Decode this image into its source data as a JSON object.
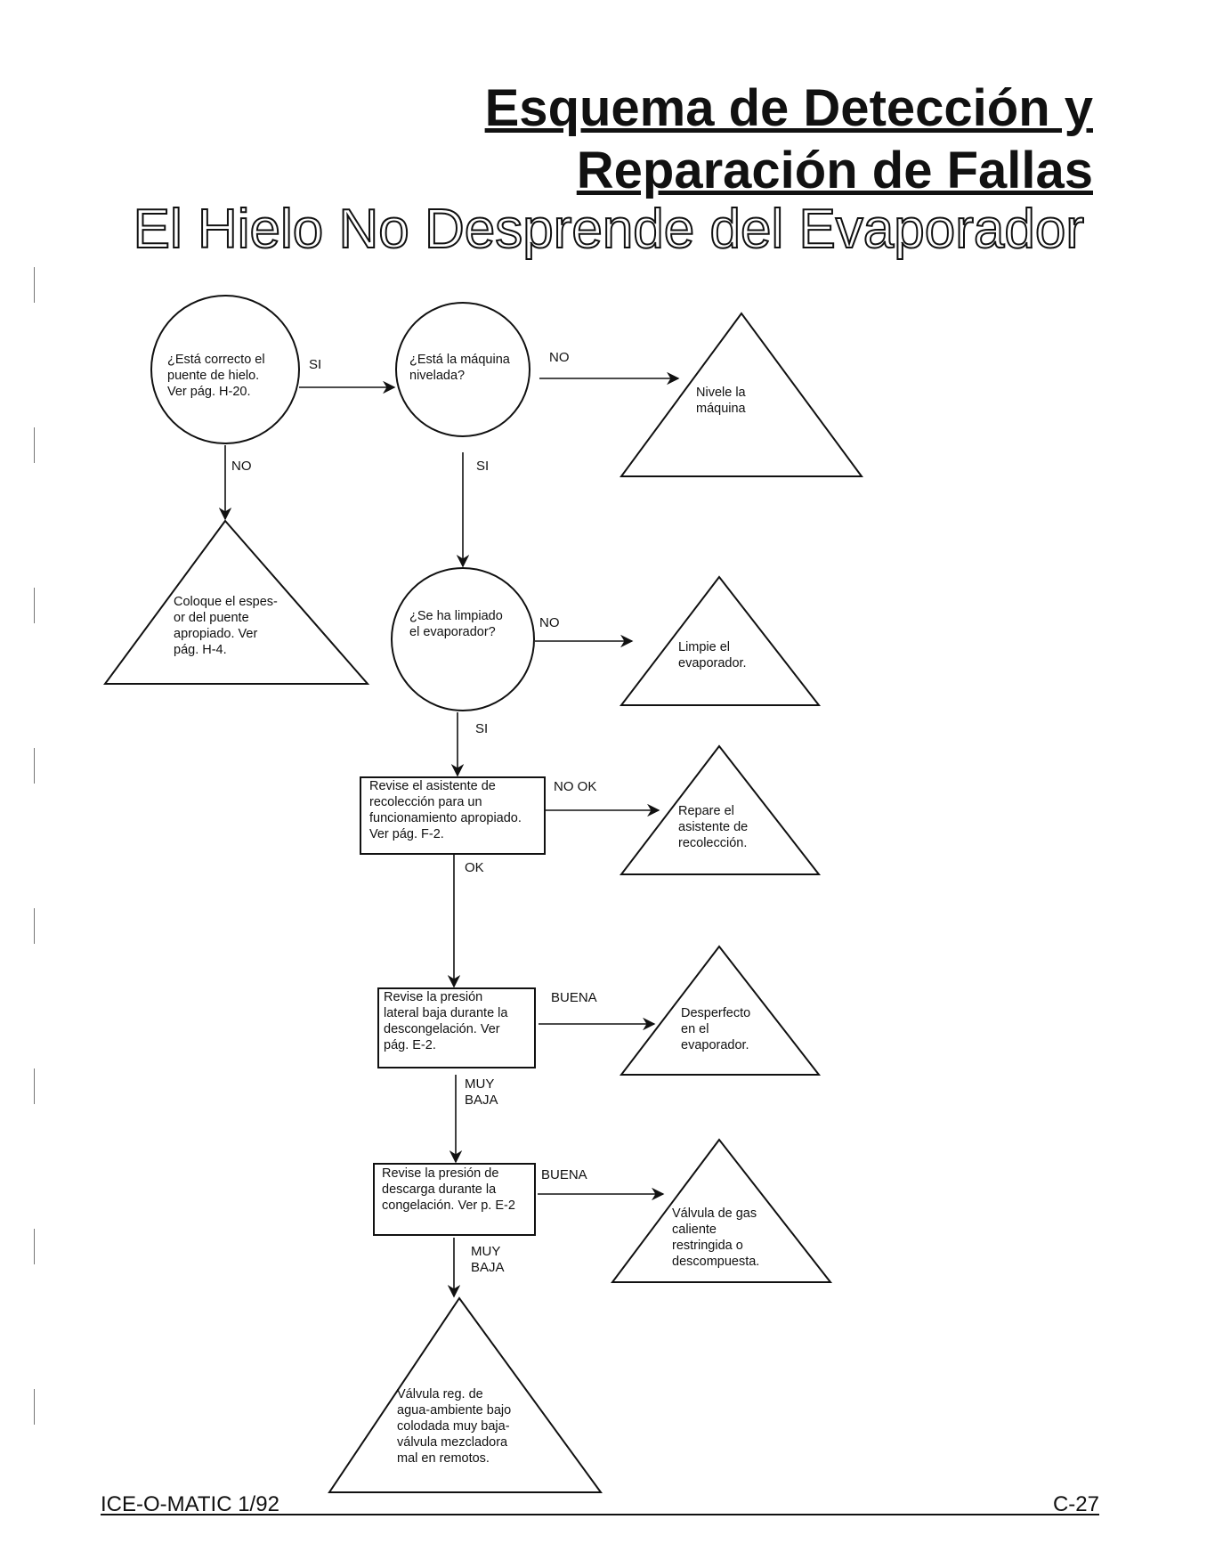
{
  "header": {
    "title_line1": "Esquema de Detección y",
    "title_line2": "Reparación de Fallas",
    "subtitle": "El Hielo No Desprende del Evaporador"
  },
  "footer": {
    "left": "ICE-O-MATIC 1/92",
    "right": "C-27"
  },
  "diagram": {
    "nodes": [
      {
        "id": "q_puente",
        "shape": "circle",
        "lines": [
          "¿Está correcto el",
          "puente de hielo.",
          "Ver pág.  H-20."
        ]
      },
      {
        "id": "q_nivelada",
        "shape": "circle",
        "lines": [
          "¿Está la máquina",
          "nivelada?"
        ]
      },
      {
        "id": "a_nivele",
        "shape": "triangle",
        "lines": [
          "Nivele la",
          "máquina"
        ]
      },
      {
        "id": "a_coloque",
        "shape": "triangle",
        "lines": [
          "Coloque el espes-",
          "or del puente",
          "apropiado. Ver",
          "pág. H-4."
        ]
      },
      {
        "id": "q_limpiado",
        "shape": "circle",
        "lines": [
          "¿Se ha limpiado",
          "el evaporador?"
        ]
      },
      {
        "id": "a_limpie",
        "shape": "triangle",
        "lines": [
          "Limpie el",
          "evaporador."
        ]
      },
      {
        "id": "b_asistente",
        "shape": "box",
        "lines": [
          "Revise el asistente de",
          "recolección para un",
          "funcionamiento apropiado.",
          "Ver pág. F-2."
        ]
      },
      {
        "id": "a_repare",
        "shape": "triangle",
        "lines": [
          "Repare el",
          "asistente de",
          "recolección."
        ]
      },
      {
        "id": "b_presion_baja",
        "shape": "box",
        "lines": [
          "Revise la presión",
          "lateral baja durante la",
          "descongelación. Ver",
          "pág. E-2."
        ]
      },
      {
        "id": "a_desperfecto",
        "shape": "triangle",
        "lines": [
          "Desperfecto",
          "en el",
          "evaporador."
        ]
      },
      {
        "id": "b_descarga",
        "shape": "box",
        "lines": [
          "Revise la presión de",
          "descarga durante la",
          "congelación. Ver p. E-2"
        ]
      },
      {
        "id": "a_valvula_gas",
        "shape": "triangle",
        "lines": [
          "Válvula de gas",
          "caliente",
          "restringida o",
          "descompuesta."
        ]
      },
      {
        "id": "a_valvula_reg",
        "shape": "triangle",
        "lines": [
          "Válvula reg. de",
          "agua-ambiente bajo",
          "colodada muy baja-",
          "válvula mezcladora",
          "mal en remotos."
        ]
      }
    ],
    "edges": [
      {
        "from": "q_puente",
        "to": "q_nivelada",
        "label": "SI"
      },
      {
        "from": "q_puente",
        "to": "a_coloque",
        "label": "NO"
      },
      {
        "from": "q_nivelada",
        "to": "a_nivele",
        "label": "NO"
      },
      {
        "from": "q_nivelada",
        "to": "q_limpiado",
        "label": "SI"
      },
      {
        "from": "q_limpiado",
        "to": "a_limpie",
        "label": "NO"
      },
      {
        "from": "q_limpiado",
        "to": "b_asistente",
        "label": "SI"
      },
      {
        "from": "b_asistente",
        "to": "a_repare",
        "label": "NO OK"
      },
      {
        "from": "b_asistente",
        "to": "b_presion_baja",
        "label": "OK"
      },
      {
        "from": "b_presion_baja",
        "to": "a_desperfecto",
        "label": "BUENA"
      },
      {
        "from": "b_presion_baja",
        "to": "b_descarga",
        "label": "MUY\nBAJA"
      },
      {
        "from": "b_descarga",
        "to": "a_valvula_gas",
        "label": "BUENA"
      },
      {
        "from": "b_descarga",
        "to": "a_valvula_reg",
        "label": "MUY\nBAJA"
      }
    ]
  }
}
